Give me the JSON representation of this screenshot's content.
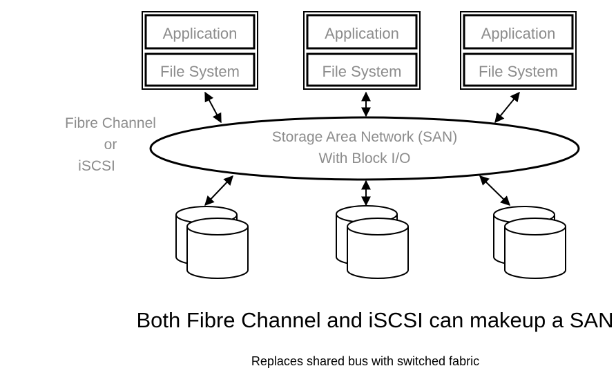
{
  "hosts": [
    {
      "application": "Application",
      "file_system": "File System"
    },
    {
      "application": "Application",
      "file_system": "File System"
    },
    {
      "application": "Application",
      "file_system": "File System"
    }
  ],
  "network": {
    "line1": "Storage Area Network (SAN)",
    "line2": "With Block I/O"
  },
  "protocol_label": {
    "line1": "Fibre Channel",
    "line2": "or",
    "line3": "iSCSI"
  },
  "headline": "Both Fibre Channel and iSCSI can makeup a SAN",
  "subheadline": "Replaces shared bus with switched fabric",
  "colors": {
    "gray_text": "#8c8c8c",
    "stroke": "#000000"
  }
}
